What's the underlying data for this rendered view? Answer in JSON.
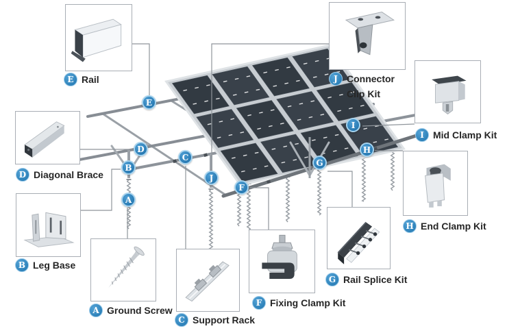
{
  "figure": {
    "type": "exploded-parts-diagram",
    "subject": "Solar panel ground mounting system"
  },
  "colors": {
    "callout_blue": "#2280bd",
    "callout_blue_dark": "#1a6ca6",
    "connector_line_gray": "#8f959b",
    "structure_gray": "#8d939a",
    "panel_dark": "#353c44",
    "box_border": "#a8adb4",
    "label_text": "#262626",
    "background": "#ffffff"
  },
  "parts": [
    {
      "letter": "A",
      "label": "Ground Screw"
    },
    {
      "letter": "B",
      "label": "Leg Base"
    },
    {
      "letter": "C",
      "label": "Support Rack"
    },
    {
      "letter": "D",
      "label": "Diagonal Brace"
    },
    {
      "letter": "E",
      "label": "Rail"
    },
    {
      "letter": "F",
      "label": "Fixing Clamp Kit"
    },
    {
      "letter": "G",
      "label": "Rail Splice Kit"
    },
    {
      "letter": "H",
      "label": "End Clamp Kit"
    },
    {
      "letter": "I",
      "label": "Mid Clamp Kit"
    },
    {
      "letter": "J",
      "label": "Connector Clip Kit"
    }
  ]
}
